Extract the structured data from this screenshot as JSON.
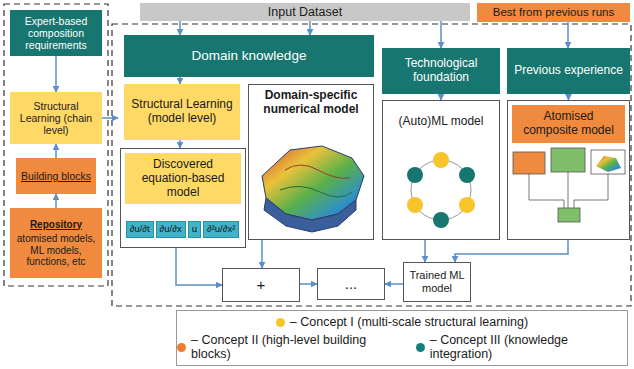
{
  "diagram": {
    "nodes": [
      {
        "text": [
          "Expert-based composition requirements"
        ]
      },
      {
        "text": [
          "Structural Learning (chain level)"
        ]
      },
      {
        "text": [
          "Building blocks"
        ]
      },
      {
        "text": [
          "Repository",
          "atomised models, ML models, functions, etc"
        ]
      },
      {
        "text": [
          "Input Dataset"
        ]
      },
      {
        "text": [
          "Best from previous runs"
        ]
      },
      {
        "text": [
          "Domain knowledge"
        ]
      },
      {
        "text": [
          "Structural Learning (model level)"
        ]
      },
      {
        "text": [
          "Discovered equation-based model"
        ]
      },
      {
        "text": [
          "∂u/∂t"
        ],
        "in": 8
      },
      {
        "text": [
          "∂u/∂x"
        ],
        "in": 8
      },
      {
        "text": [
          "u"
        ],
        "in": 8
      },
      {
        "text": [
          "∂²u/∂x²"
        ],
        "in": 8
      },
      {
        "text": [
          "Domain-specific numerical model"
        ]
      },
      {
        "text": [
          "Technological foundation"
        ]
      },
      {
        "text": [
          "(Auto)ML model"
        ]
      },
      {
        "text": [
          "Previous experience"
        ]
      },
      {
        "text": [
          "Atomised composite model"
        ]
      },
      {
        "text": [
          "+"
        ]
      },
      {
        "text": [
          "..."
        ]
      },
      {
        "text": [
          "Trained ML model"
        ]
      }
    ],
    "edges": [
      {
        "from": 0,
        "to": 1,
        "arrow": "to"
      },
      {
        "from": 2,
        "to": 1,
        "arrow": "to"
      },
      {
        "from": 3,
        "to": 2,
        "arrow": "to"
      },
      {
        "from": 4,
        "to": 6,
        "arrow": "to"
      },
      {
        "from": 4,
        "to": 6,
        "arrow": "to"
      },
      {
        "from": 4,
        "to": 14,
        "arrow": "to"
      },
      {
        "from": 5,
        "to": 16,
        "arrow": "to"
      },
      {
        "from": 6,
        "to": 7,
        "arrow": "to"
      },
      {
        "from": 7,
        "to": 8,
        "arrow": "to"
      },
      {
        "from": 14,
        "to": 15,
        "arrow": "to"
      },
      {
        "from": 16,
        "to": 17,
        "arrow": "to"
      },
      {
        "from": 8,
        "to": 18,
        "arrow": "to"
      },
      {
        "from": 13,
        "to": 18,
        "arrow": "to"
      },
      {
        "from": 18,
        "to": 19,
        "arrow": "to"
      },
      {
        "from": 20,
        "to": 19,
        "arrow": "to"
      },
      {
        "from": 15,
        "to": 20,
        "arrow": "to"
      },
      {
        "from": 17,
        "to": 20,
        "arrow": "to"
      }
    ],
    "legend": [
      {
        "text": "– Concept I (multi-scale structural learning)",
        "color": "#f7c42b"
      },
      {
        "text": "– Concept II (high-level building blocks)",
        "color": "#ed7d31"
      },
      {
        "text": "– Concept III (knowledge integration)",
        "color": "#177f7a"
      }
    ]
  }
}
